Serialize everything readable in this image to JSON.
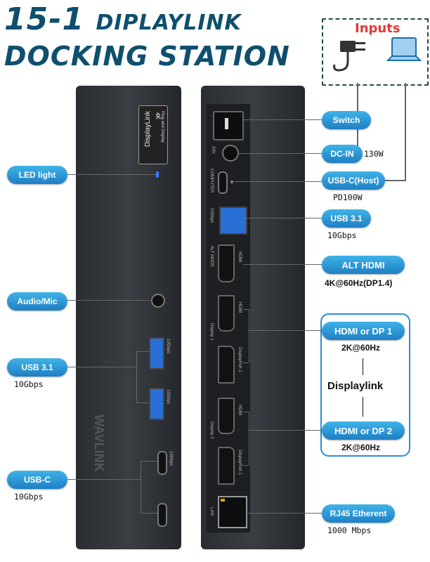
{
  "title": {
    "line1_big": "15-1",
    "line1_small": "DIPLAYLINK",
    "line2": "DOCKING STATION"
  },
  "inputs": {
    "label": "Inputs"
  },
  "left_labels": [
    {
      "name": "LED light",
      "sub": ""
    },
    {
      "name": "Audio/Mic",
      "sub": ""
    },
    {
      "name": "USB 3.1",
      "sub": "10Gbps"
    },
    {
      "name": "USB-C",
      "sub": "10Gbps"
    }
  ],
  "right_labels": [
    {
      "name": "Switch",
      "sub": ""
    },
    {
      "name": "DC-IN",
      "sub": "130W"
    },
    {
      "name": "USB-C(Host)",
      "sub": "PD100W"
    },
    {
      "name": "USB 3.1",
      "sub": "10Gbps"
    },
    {
      "name": "ALT HDMI",
      "sub": "4K@60Hz(DP1.4)"
    },
    {
      "name": "HDMI or DP 1",
      "sub": "2K@60Hz"
    },
    {
      "name": "Displaylink",
      "sub": ""
    },
    {
      "name": "HDMI or DP 2",
      "sub": "2K@60Hz"
    },
    {
      "name": "RJ45 Etherent",
      "sub": "1000 Mbps"
    }
  ],
  "device": {
    "badge_brand": "DisplayLink",
    "badge_res": "4K",
    "badge_tag": "Plug and Display",
    "side_brand": "WAVLINK",
    "port_labels": {
      "dc": "20V",
      "computer": "COMPUTER",
      "usb_speed": "10Gbps",
      "alt_mode": "ALT MODE",
      "hdmi": "HDMI",
      "display1": "Display 1",
      "displayport1": "DisplayPort 1",
      "display2": "Display 2",
      "displayport2": "DisplayPort 1",
      "lan": "LAN",
      "front_usb": "10Gbps",
      "front_usbc": "10Gbps"
    }
  },
  "colors": {
    "title": "#0f4f6e",
    "pill": "#1e7fc4",
    "inputs_label": "#e23a3a",
    "group_border": "#2a8fd0"
  }
}
